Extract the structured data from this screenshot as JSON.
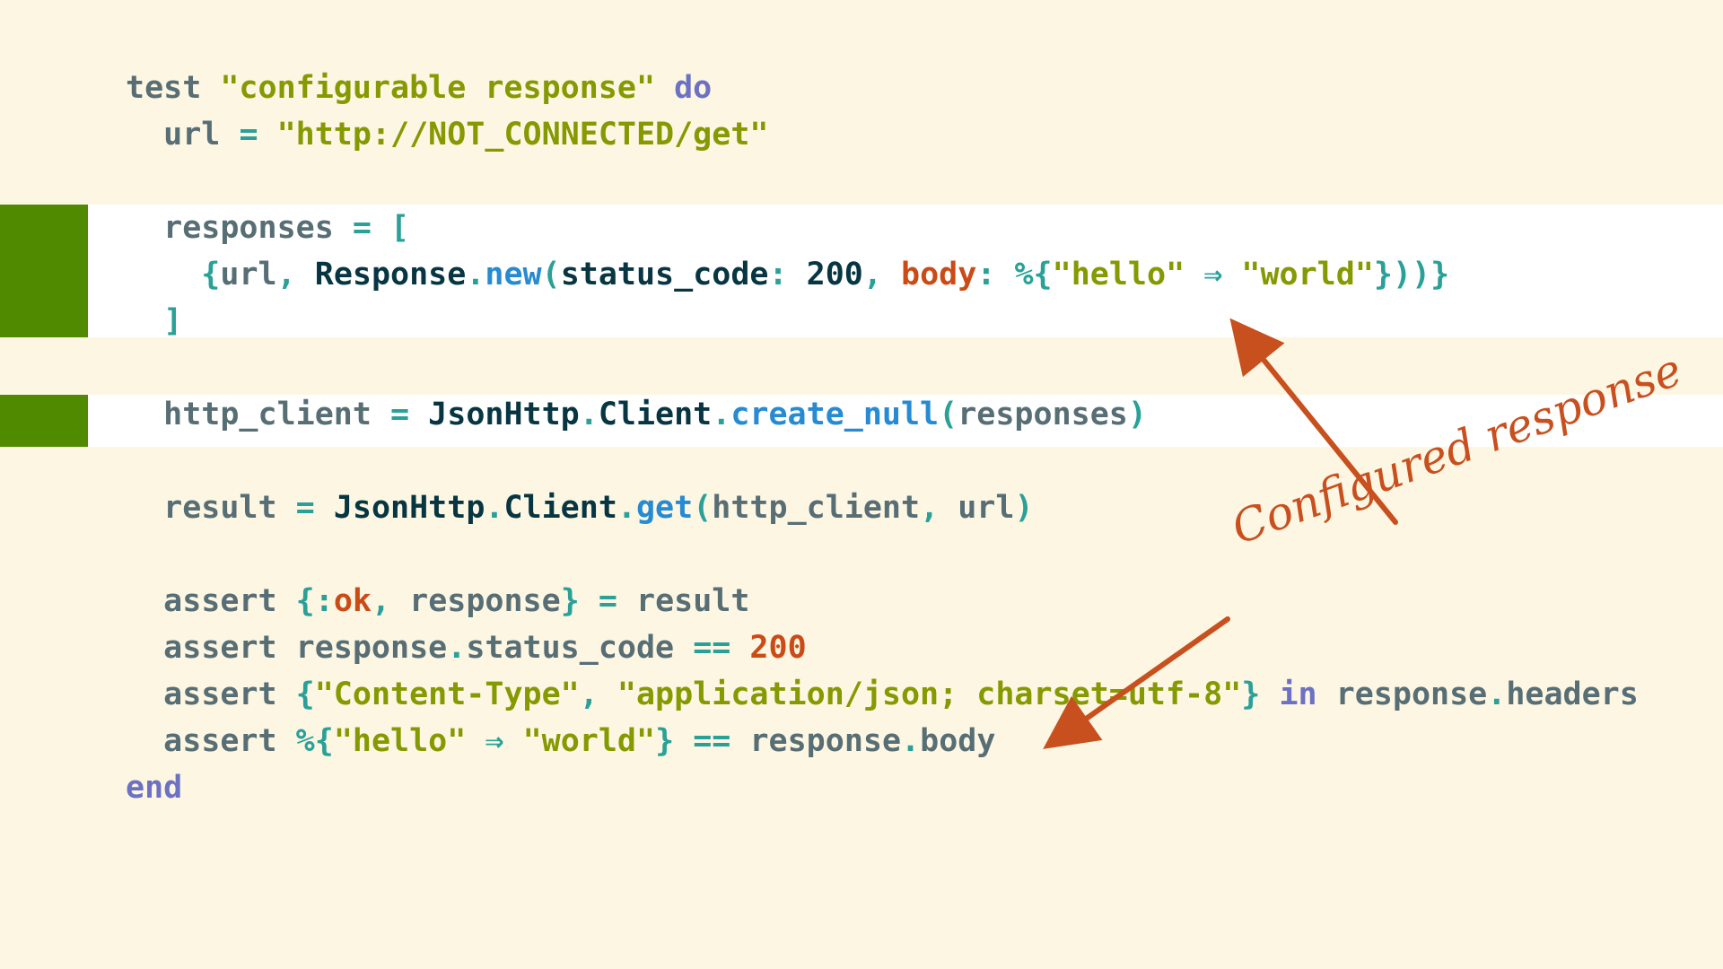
{
  "code_lines": [
    [
      {
        "t": "test ",
        "c": "id"
      },
      {
        "t": "\"configurable response\"",
        "c": "str"
      },
      {
        "t": " ",
        "c": "id"
      },
      {
        "t": "do",
        "c": "kw"
      }
    ],
    [
      {
        "t": "  url ",
        "c": "id"
      },
      {
        "t": "=",
        "c": "pun"
      },
      {
        "t": " ",
        "c": "id"
      },
      {
        "t": "\"http://NOT_CONNECTED/get\"",
        "c": "str"
      }
    ],
    [],
    [
      {
        "t": "  responses ",
        "c": "id"
      },
      {
        "t": "=",
        "c": "pun"
      },
      {
        "t": " ",
        "c": "id"
      },
      {
        "t": "[",
        "c": "pun"
      }
    ],
    [
      {
        "t": "    ",
        "c": "id"
      },
      {
        "t": "{",
        "c": "pun"
      },
      {
        "t": "url",
        "c": "id"
      },
      {
        "t": ",",
        "c": "pun"
      },
      {
        "t": " ",
        "c": "id"
      },
      {
        "t": "Response",
        "c": "cls"
      },
      {
        "t": ".",
        "c": "pun"
      },
      {
        "t": "new",
        "c": "fn"
      },
      {
        "t": "(",
        "c": "pun"
      },
      {
        "t": "status_code",
        "c": "cls"
      },
      {
        "t": ":",
        "c": "pun"
      },
      {
        "t": " ",
        "c": "id"
      },
      {
        "t": "200",
        "c": "cls"
      },
      {
        "t": ",",
        "c": "pun"
      },
      {
        "t": " ",
        "c": "id"
      },
      {
        "t": "body",
        "c": "atm"
      },
      {
        "t": ":",
        "c": "pun"
      },
      {
        "t": " ",
        "c": "id"
      },
      {
        "t": "%{",
        "c": "pun"
      },
      {
        "t": "\"hello\"",
        "c": "str"
      },
      {
        "t": " ",
        "c": "id"
      },
      {
        "t": "⇒",
        "c": "pun"
      },
      {
        "t": " ",
        "c": "id"
      },
      {
        "t": "\"world\"",
        "c": "str"
      },
      {
        "t": "}))}",
        "c": "pun"
      }
    ],
    [
      {
        "t": "  ",
        "c": "id"
      },
      {
        "t": "]",
        "c": "pun"
      }
    ],
    [],
    [
      {
        "t": "  http_client ",
        "c": "id"
      },
      {
        "t": "=",
        "c": "pun"
      },
      {
        "t": " ",
        "c": "id"
      },
      {
        "t": "JsonHttp",
        "c": "cls"
      },
      {
        "t": ".",
        "c": "pun"
      },
      {
        "t": "Client",
        "c": "cls"
      },
      {
        "t": ".",
        "c": "pun"
      },
      {
        "t": "create_null",
        "c": "fn"
      },
      {
        "t": "(",
        "c": "pun"
      },
      {
        "t": "responses",
        "c": "id"
      },
      {
        "t": ")",
        "c": "pun"
      }
    ],
    [],
    [
      {
        "t": "  result ",
        "c": "id"
      },
      {
        "t": "=",
        "c": "pun"
      },
      {
        "t": " ",
        "c": "id"
      },
      {
        "t": "JsonHttp",
        "c": "cls"
      },
      {
        "t": ".",
        "c": "pun"
      },
      {
        "t": "Client",
        "c": "cls"
      },
      {
        "t": ".",
        "c": "pun"
      },
      {
        "t": "get",
        "c": "fn"
      },
      {
        "t": "(",
        "c": "pun"
      },
      {
        "t": "http_client",
        "c": "id"
      },
      {
        "t": ",",
        "c": "pun"
      },
      {
        "t": " url",
        "c": "id"
      },
      {
        "t": ")",
        "c": "pun"
      }
    ],
    [],
    [
      {
        "t": "  assert ",
        "c": "id"
      },
      {
        "t": "{:",
        "c": "pun"
      },
      {
        "t": "ok",
        "c": "atm"
      },
      {
        "t": ",",
        "c": "pun"
      },
      {
        "t": " response",
        "c": "id"
      },
      {
        "t": "}",
        "c": "pun"
      },
      {
        "t": " ",
        "c": "id"
      },
      {
        "t": "=",
        "c": "pun"
      },
      {
        "t": " result",
        "c": "id"
      }
    ],
    [
      {
        "t": "  assert response",
        "c": "id"
      },
      {
        "t": ".",
        "c": "pun"
      },
      {
        "t": "status_code ",
        "c": "id"
      },
      {
        "t": "==",
        "c": "pun"
      },
      {
        "t": " ",
        "c": "id"
      },
      {
        "t": "200",
        "c": "num"
      }
    ],
    [
      {
        "t": "  assert ",
        "c": "id"
      },
      {
        "t": "{",
        "c": "pun"
      },
      {
        "t": "\"Content-Type\"",
        "c": "str"
      },
      {
        "t": ",",
        "c": "pun"
      },
      {
        "t": " ",
        "c": "id"
      },
      {
        "t": "\"application/json; charset=utf-8\"",
        "c": "str"
      },
      {
        "t": "}",
        "c": "pun"
      },
      {
        "t": " ",
        "c": "id"
      },
      {
        "t": "in",
        "c": "kw"
      },
      {
        "t": " response",
        "c": "id"
      },
      {
        "t": ".",
        "c": "pun"
      },
      {
        "t": "headers",
        "c": "id"
      }
    ],
    [
      {
        "t": "  assert ",
        "c": "id"
      },
      {
        "t": "%{",
        "c": "pun"
      },
      {
        "t": "\"hello\"",
        "c": "str"
      },
      {
        "t": " ",
        "c": "id"
      },
      {
        "t": "⇒",
        "c": "pun"
      },
      {
        "t": " ",
        "c": "id"
      },
      {
        "t": "\"world\"",
        "c": "str"
      },
      {
        "t": "}",
        "c": "pun"
      },
      {
        "t": " ",
        "c": "id"
      },
      {
        "t": "==",
        "c": "pun"
      },
      {
        "t": " response",
        "c": "id"
      },
      {
        "t": ".",
        "c": "pun"
      },
      {
        "t": "body",
        "c": "id"
      }
    ],
    [
      {
        "t": "end",
        "c": "kw"
      }
    ]
  ],
  "annotation": {
    "label": "Configured response",
    "color": "#c8501e"
  },
  "colors": {
    "background": "#fdf6e3",
    "highlight_band": "#ffffff",
    "highlight_bar": "#4f8a00"
  }
}
